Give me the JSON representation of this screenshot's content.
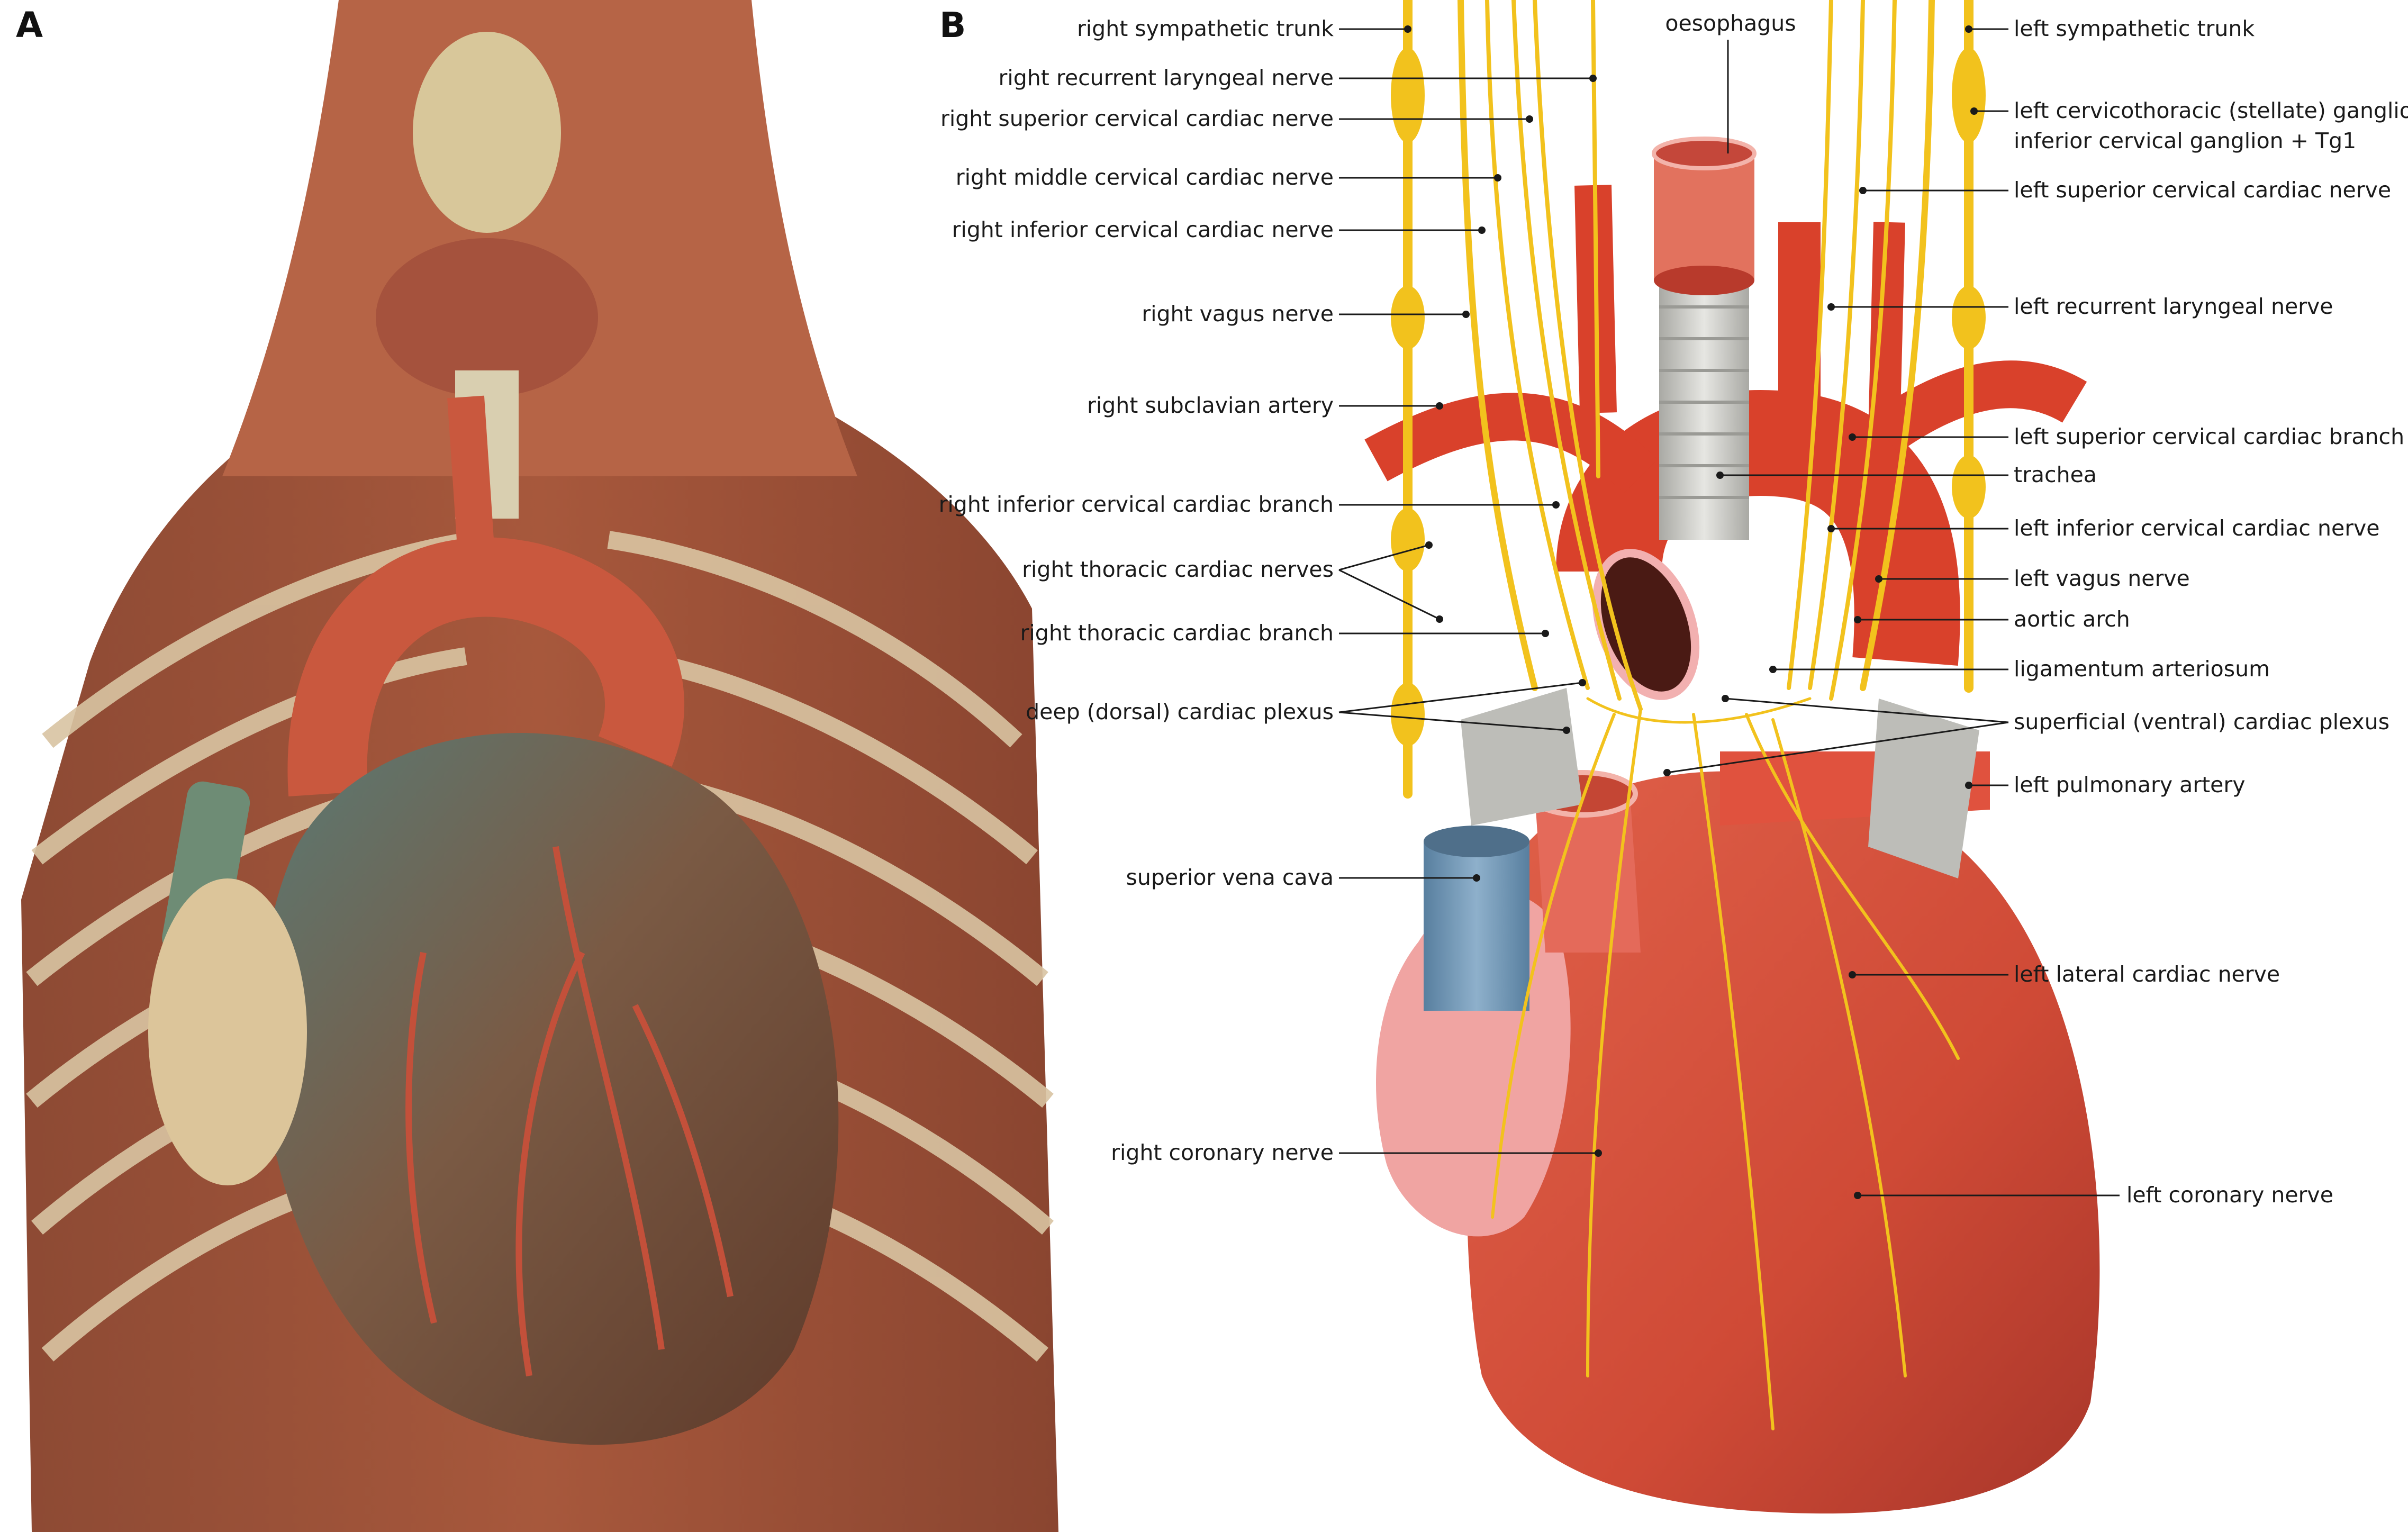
{
  "panels": {
    "a": "A",
    "b": "B"
  },
  "labels": {
    "right_sympathetic_trunk": "right sympathetic trunk",
    "right_recurrent_laryngeal_nerve": "right recurrent laryngeal nerve",
    "right_superior_cervical_cardiac_nerve": "right superior cervical cardiac nerve",
    "right_middle_cervical_cardiac_nerve": "right middle cervical cardiac nerve",
    "right_inferior_cervical_cardiac_nerve": "right inferior cervical cardiac nerve",
    "right_vagus_nerve": "right vagus nerve",
    "right_subclavian_artery": "right subclavian artery",
    "right_inferior_cervical_cardiac_branch": "right inferior cervical cardiac branch",
    "right_thoracic_cardiac_nerves": "right thoracic cardiac nerves",
    "right_thoracic_cardiac_branch": "right thoracic cardiac branch",
    "deep_dorsal_cardiac_plexus": "deep (dorsal) cardiac plexus",
    "superior_vena_cava": "superior vena cava",
    "right_coronary_nerve": "right coronary nerve",
    "oesophagus": "oesophagus",
    "left_sympathetic_trunk": "left sympathetic trunk",
    "left_stellate_ganglion_line1": "left cervicothoracic (stellate) ganglion:",
    "left_stellate_ganglion_line2": "inferior cervical ganglion + Tg1",
    "left_superior_cervical_cardiac_nerve": "left superior cervical cardiac nerve",
    "left_recurrent_laryngeal_nerve": "left recurrent laryngeal nerve",
    "left_superior_cervical_cardiac_branch": "left superior cervical cardiac branch",
    "trachea": "trachea",
    "left_inferior_cervical_cardiac_nerve": "left inferior cervical cardiac nerve",
    "left_vagus_nerve": "left vagus nerve",
    "aortic_arch": "aortic arch",
    "ligamentum_arteriosum": "ligamentum arteriosum",
    "superficial_ventral_cardiac_plexus": "superficial (ventral) cardiac plexus",
    "left_pulmonary_artery": "left pulmonary artery",
    "left_lateral_cardiac_nerve": "left lateral cardiac nerve",
    "left_coronary_nerve": "left coronary nerve"
  },
  "colors": {
    "nerve": "#f2c21d",
    "artery": "#d9412b",
    "heart": "#d4503d",
    "vena_cava": "#6f93b3",
    "trachea": "#c9c9c4",
    "atrium": "#f0a4a2",
    "ribs": "#c9a784",
    "muscle": "#9b4a33"
  }
}
